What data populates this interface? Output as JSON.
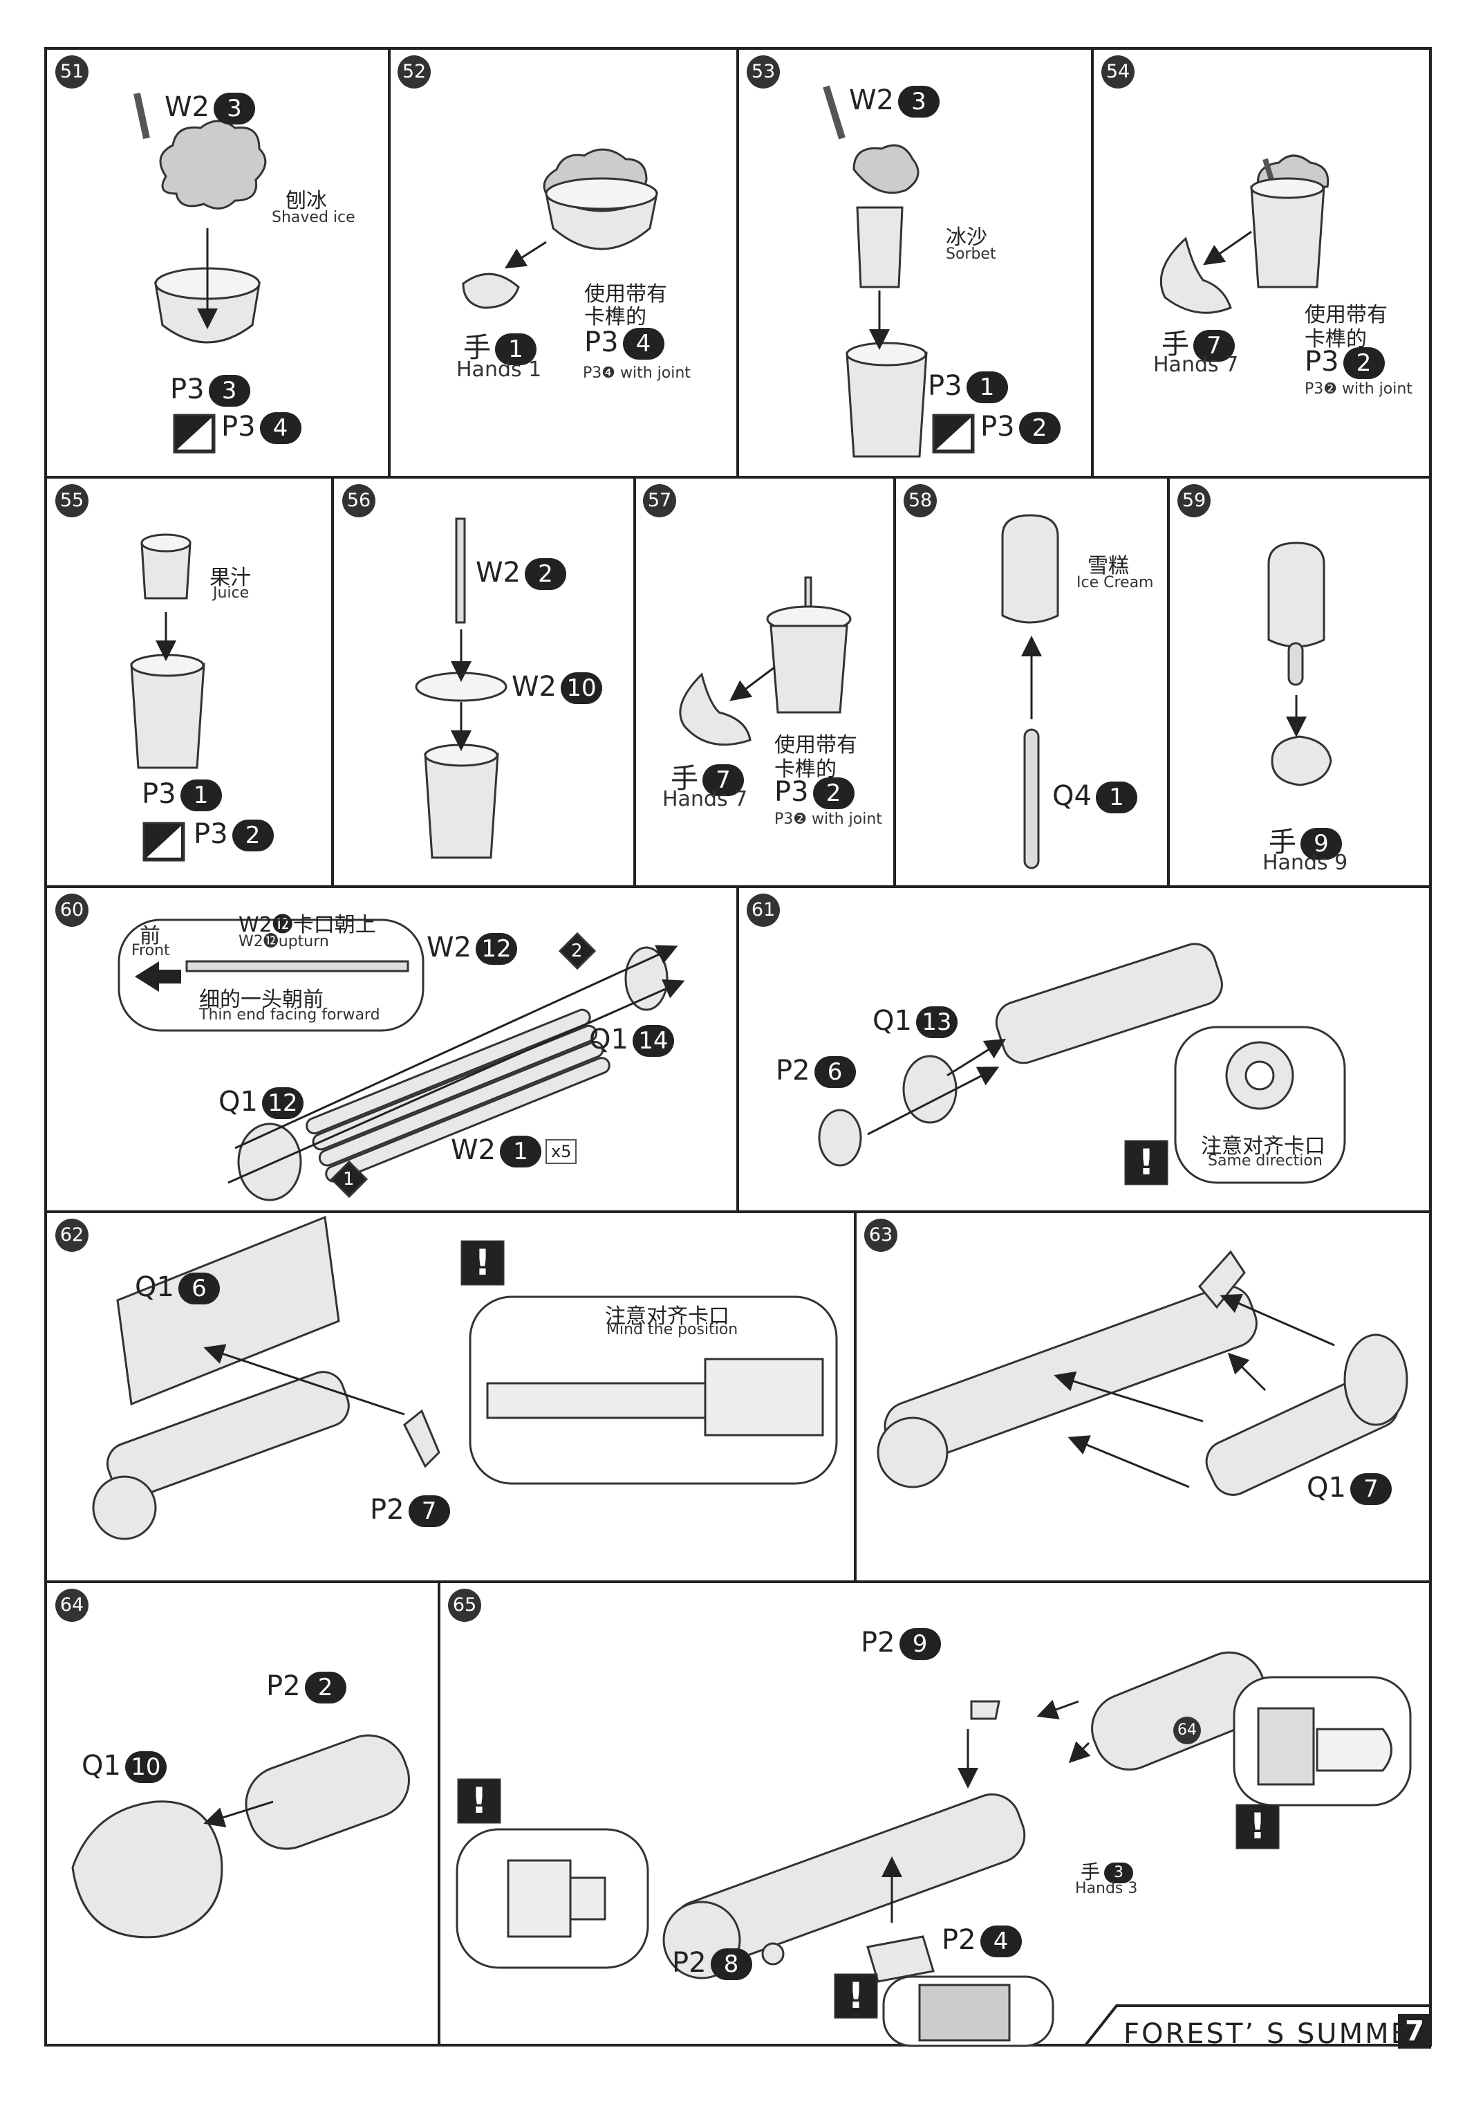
{
  "steps": {
    "s51": {
      "num": "51",
      "w2": "W2",
      "w2n": "3",
      "cn": "刨冰",
      "en": "Shaved ice",
      "p3": "P3",
      "p3n": "3",
      "alt": "P3",
      "altn": "4"
    },
    "s52": {
      "num": "52",
      "hand": "手",
      "handn": "1",
      "hand_en": "Hands 1",
      "note1": "使用带有",
      "note2": "卡榫的",
      "p3": "P3",
      "p3n": "4",
      "joint": "P3❹ with joint"
    },
    "s53": {
      "num": "53",
      "w2": "W2",
      "w2n": "3",
      "cn": "冰沙",
      "en": "Sorbet",
      "p3": "P3",
      "p3n": "1",
      "alt": "P3",
      "altn": "2"
    },
    "s54": {
      "num": "54",
      "hand": "手",
      "handn": "7",
      "hand_en": "Hands 7",
      "note1": "使用带有",
      "note2": "卡榫的",
      "p3": "P3",
      "p3n": "2",
      "joint": "P3❷ with joint"
    },
    "s55": {
      "num": "55",
      "cn": "果汁",
      "en": "Juice",
      "p3": "P3",
      "p3n": "1",
      "alt": "P3",
      "altn": "2"
    },
    "s56": {
      "num": "56",
      "w2a": "W2",
      "w2an": "2",
      "w2b": "W2",
      "w2bn": "10"
    },
    "s57": {
      "num": "57",
      "hand": "手",
      "handn": "7",
      "hand_en": "Hands 7",
      "note1": "使用带有",
      "note2": "卡榫的",
      "p3": "P3",
      "p3n": "2",
      "joint": "P3❷ with joint"
    },
    "s58": {
      "num": "58",
      "cn": "雪糕",
      "en": "Ice Cream",
      "q4": "Q4",
      "q4n": "1"
    },
    "s59": {
      "num": "59",
      "hand": "手",
      "handn": "9",
      "hand_en": "Hands 9"
    },
    "s60": {
      "num": "60",
      "front_cn": "前",
      "front_en": "Front",
      "up_cn": "W2⓬卡口朝上",
      "up_en": "W2⓬upturn",
      "thin_cn": "细的一头朝前",
      "thin_en": "Thin end facing forward",
      "w2a": "W2",
      "w2an": "12",
      "q1a": "Q1",
      "q1an": "14",
      "q1b": "Q1",
      "q1bn": "12",
      "w2b": "W2",
      "w2bn": "1",
      "x5": "x5",
      "order1": "1",
      "order2": "2"
    },
    "s61": {
      "num": "61",
      "q1": "Q1",
      "q1n": "13",
      "p2": "P2",
      "p2n": "6",
      "note_cn": "注意对齐卡口",
      "note_en": "Same direction"
    },
    "s62": {
      "num": "62",
      "q1": "Q1",
      "q1n": "6",
      "p2": "P2",
      "p2n": "7",
      "note_cn": "注意对齐卡口",
      "note_en": "Mind the position"
    },
    "s63": {
      "num": "63",
      "q1": "Q1",
      "q1n": "7"
    },
    "s64": {
      "num": "64",
      "p2": "P2",
      "p2n": "2",
      "q1": "Q1",
      "q1n": "10"
    },
    "s65": {
      "num": "65",
      "p2a": "P2",
      "p2an": "9",
      "ref": "64",
      "hand": "手",
      "handn": "3",
      "hand_en": "Hands 3",
      "p2b": "P2",
      "p2bn": "8",
      "p2c": "P2",
      "p2cn": "4"
    }
  },
  "footer": {
    "brand": "FOREST’ S  SUMMER",
    "page": "7"
  }
}
